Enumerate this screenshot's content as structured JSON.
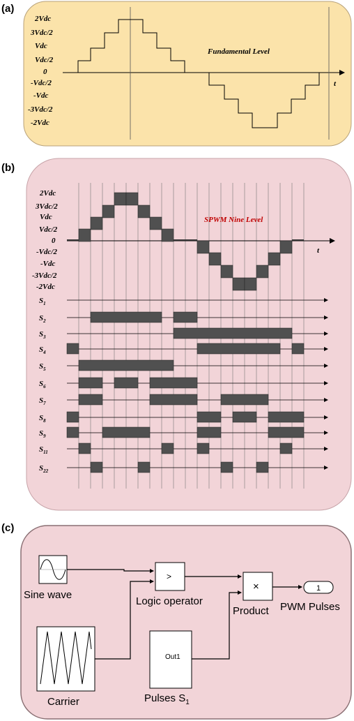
{
  "panel_a": {
    "panel_label": "(a)",
    "title": "Fundamental Level",
    "t_label": "t",
    "y_labels": [
      "2Vdc",
      "3Vdc/2",
      "Vdc",
      "Vdc/2",
      "0",
      "-Vdc/2",
      "-Vdc",
      "-3Vdc/2",
      "-2Vdc"
    ],
    "bg_color": "#fbe3aa"
  },
  "panel_b": {
    "panel_label": "(b)",
    "title": "SPWM Nine Level",
    "title_color": "#c00000",
    "t_label": "t",
    "y_labels": [
      "2Vdc",
      "3Vdc/2",
      "Vdc",
      "Vdc/2",
      "0",
      "-Vdc/2",
      "-Vdc",
      "-3Vdc/2",
      "-2Vdc"
    ],
    "switch_labels": [
      {
        "s": "S",
        "sub": "1"
      },
      {
        "s": "S",
        "sub": "2"
      },
      {
        "s": "S",
        "sub": "3"
      },
      {
        "s": "S",
        "sub": "4"
      },
      {
        "s": "S",
        "sub": "5"
      },
      {
        "s": "S",
        "sub": "6"
      },
      {
        "s": "S",
        "sub": "7"
      },
      {
        "s": "S",
        "sub": "8"
      },
      {
        "s": "S",
        "sub": "9"
      },
      {
        "s": "S",
        "sub": "11"
      },
      {
        "s": "S",
        "sub": "22"
      }
    ],
    "bg_color": "#f2d4d8"
  },
  "panel_c": {
    "panel_label": "(c)",
    "sine_wave_label": "Sine wave",
    "carrier_label": "Carrier",
    "logic_operator_symbol": ">",
    "logic_operator_label": "Logic operator",
    "product_symbol": "×",
    "product_label": "Product",
    "outport_number": "1",
    "outport_label": "PWM Pulses",
    "pulses_block_text": "Out1",
    "pulses_label": "Pulses S",
    "pulses_label_sub": "1",
    "bg_color": "#f2d4d8"
  }
}
